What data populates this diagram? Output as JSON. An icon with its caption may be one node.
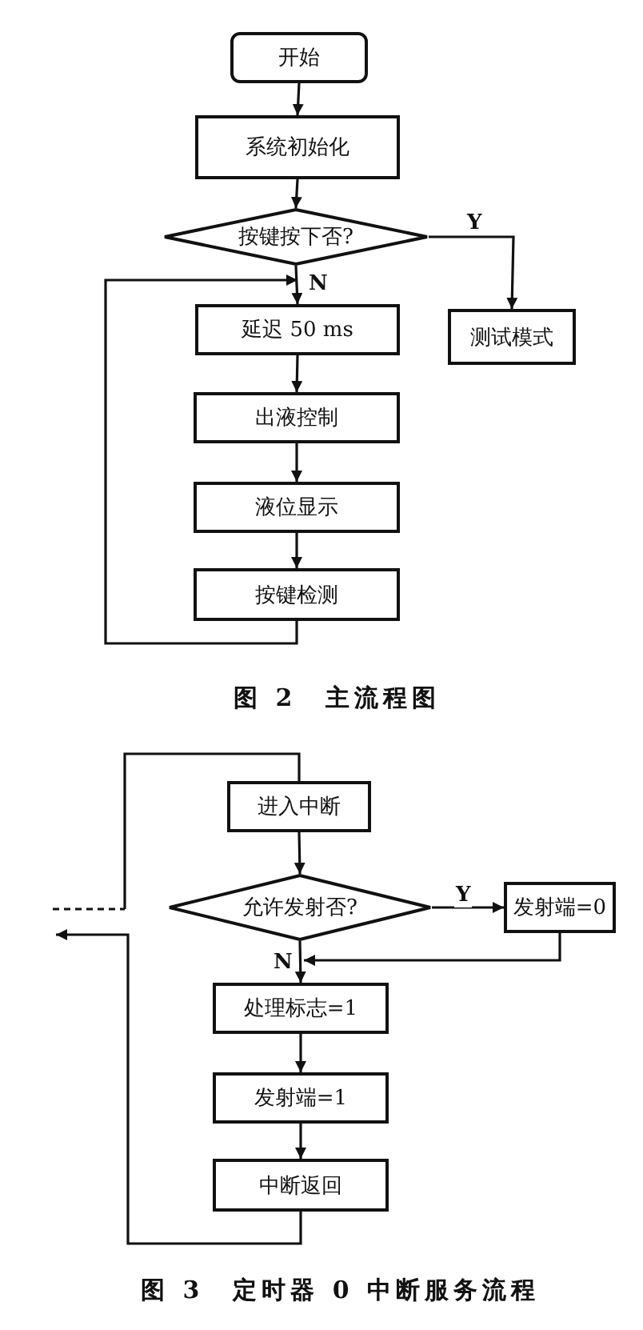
{
  "diagram": {
    "nodes": [
      {
        "text": [
          "开始"
        ]
      },
      {
        "text": [
          "系统初始化"
        ]
      },
      {
        "text": [
          "按键按下否?"
        ]
      },
      {
        "text": [
          "延迟 50 ms"
        ]
      },
      {
        "text": [
          "测试模式"
        ]
      },
      {
        "text": [
          "出液控制"
        ]
      },
      {
        "text": [
          "液位显示"
        ]
      },
      {
        "text": [
          "按键检测"
        ]
      },
      {
        "text": [
          "进入中断"
        ]
      },
      {
        "text": [
          "允许发射否?"
        ]
      },
      {
        "text": [
          "发射端=0"
        ]
      },
      {
        "text": [
          "处理标志=1"
        ]
      },
      {
        "text": [
          "发射端=1"
        ]
      },
      {
        "text": [
          "中断返回"
        ]
      }
    ],
    "edges": [
      {
        "from": 0,
        "to": 1,
        "arrow": "to"
      },
      {
        "from": 1,
        "to": 2,
        "arrow": "to"
      },
      {
        "from": 2,
        "to": 3,
        "arrow": "to",
        "label": "N"
      },
      {
        "from": 2,
        "to": 4,
        "arrow": "to",
        "label": "Y"
      },
      {
        "from": 3,
        "to": 5,
        "arrow": "to"
      },
      {
        "from": 5,
        "to": 6,
        "arrow": "to"
      },
      {
        "from": 6,
        "to": 7,
        "arrow": "to"
      },
      {
        "from": 7,
        "to": 3,
        "arrow": "to"
      },
      {
        "from": 8,
        "to": 9,
        "arrow": "to"
      },
      {
        "from": 9,
        "to": 10,
        "arrow": "to",
        "label": "Y"
      },
      {
        "from": 9,
        "to": 11,
        "arrow": "to",
        "label": "N"
      },
      {
        "from": 10,
        "to": 11,
        "arrow": "to"
      },
      {
        "from": 11,
        "to": 12,
        "arrow": "to"
      },
      {
        "from": 12,
        "to": 13,
        "arrow": "to"
      },
      {
        "from": 13,
        "to": null,
        "arrow": "to"
      },
      {
        "from": null,
        "to": 8,
        "arrow": "none",
        "style": "dashed"
      }
    ],
    "labels": [
      "图 2　主流程图",
      "图 3　定时器 0 中断服务流程"
    ]
  }
}
